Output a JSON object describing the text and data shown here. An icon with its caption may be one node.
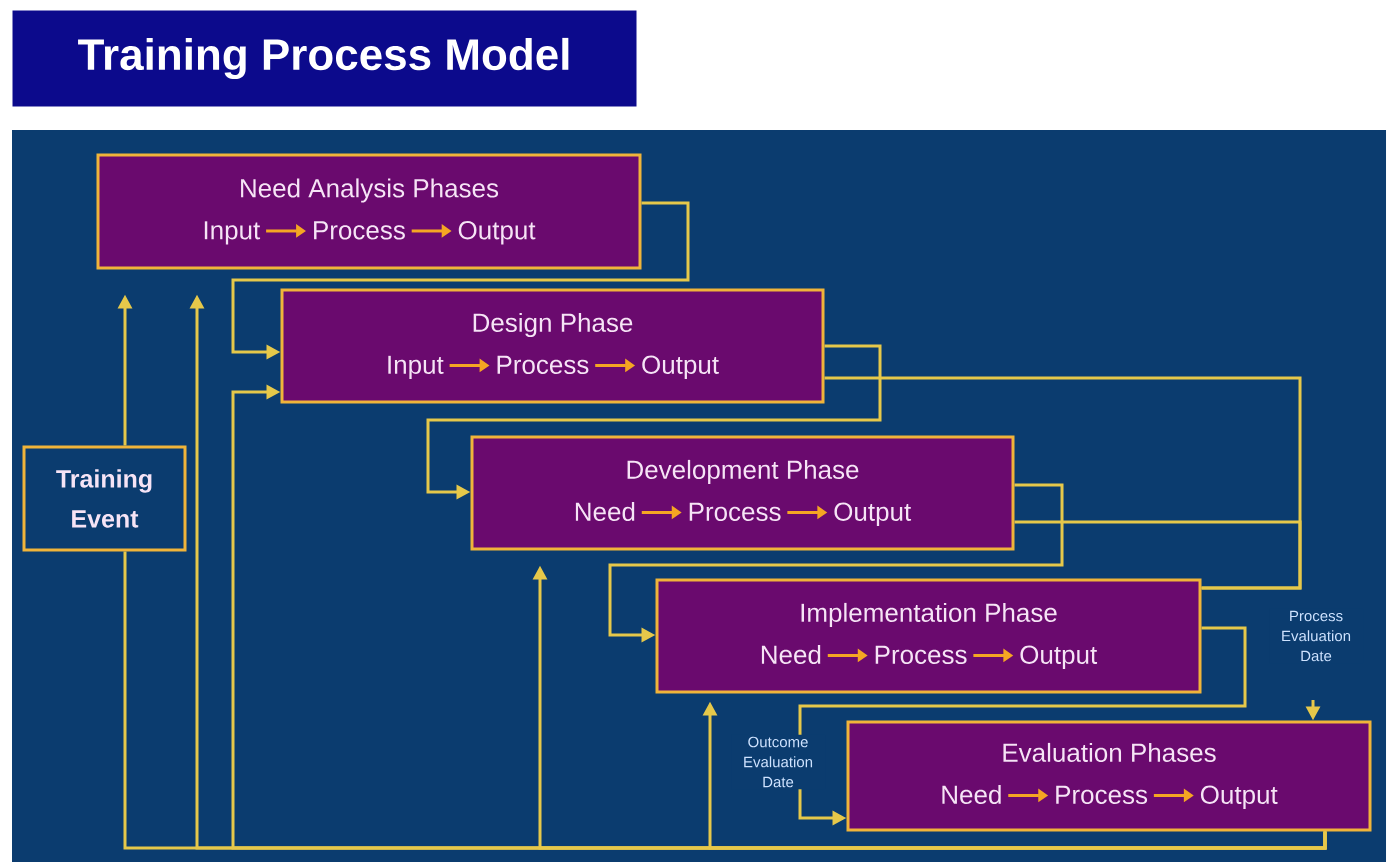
{
  "diagram": {
    "title": "Training Process Model",
    "nodes": [
      {
        "text": [
          "Need Analysis Phases",
          "Input",
          "Process",
          "Output"
        ]
      },
      {
        "text": [
          "Design Phase",
          "Input",
          "Process",
          "Output"
        ]
      },
      {
        "text": [
          "Development Phase",
          "Need",
          "Process",
          "Output"
        ]
      },
      {
        "text": [
          "Implementation Phase",
          "Need",
          "Process",
          "Output"
        ]
      },
      {
        "text": [
          "Evaluation Phases",
          "Need",
          "Process",
          "Output"
        ]
      },
      {
        "text": [
          "Training Event"
        ]
      }
    ],
    "edges": [
      {
        "from": 0,
        "to": 1,
        "arrow": "to"
      },
      {
        "from": 1,
        "to": 2,
        "arrow": "to"
      },
      {
        "from": 2,
        "to": 3,
        "arrow": "to"
      },
      {
        "from": 3,
        "to": 4,
        "arrow": "to",
        "label": "Outcome Evaluation Date"
      },
      {
        "from": 1,
        "to": 3,
        "arrow": "none"
      },
      {
        "from": 2,
        "to": 3,
        "arrow": "none"
      },
      {
        "from": null,
        "to": 4,
        "arrow": "to",
        "label": "Process Evaluation Date"
      },
      {
        "from": 4,
        "to": 5,
        "arrow": "none"
      },
      {
        "from": 5,
        "to": 0,
        "arrow": "to"
      },
      {
        "from": 4,
        "to": 0,
        "arrow": "to"
      },
      {
        "from": 4,
        "to": 1,
        "arrow": "to"
      },
      {
        "from": 4,
        "to": 2,
        "arrow": "to"
      },
      {
        "from": 4,
        "to": 3,
        "arrow": "to"
      }
    ]
  }
}
